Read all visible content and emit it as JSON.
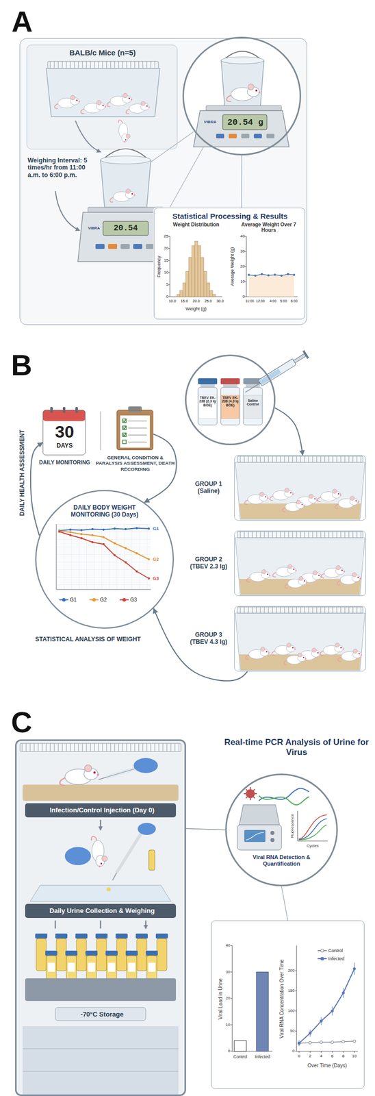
{
  "diagram": {
    "nodes": [
      {
        "text": [
          "A"
        ]
      },
      {
        "text": [
          "BALB/c Mice (n=5)"
        ],
        "in": 0
      },
      {
        "text": [
          "20.54 g"
        ],
        "in": 0
      },
      {
        "text": [
          "Statistical Processing & Results"
        ],
        "in": 0
      },
      {
        "text": [
          "TBEV EK-238 (2.3 lg BOE)",
          "TBEV EK-238 (4.3 lg BOE)",
          "Saline Control"
        ]
      },
      {
        "text": [
          "30",
          "DAYS",
          "DAILY MONITORING"
        ]
      },
      {
        "text": [
          "GENERAL CONDITION & PARALYSIS ASSESSMENT, DEATH RECORDING"
        ]
      },
      {
        "text": [
          "DAILY BODY WEIGHT MONITORING (30 Days)"
        ]
      },
      {
        "text": [
          "GROUP 1 (Saline)"
        ]
      },
      {
        "text": [
          "GROUP 2 (TBEV 2.3 lg)"
        ]
      },
      {
        "text": [
          "GROUP 3 (TBEV 4.3 lg)"
        ]
      },
      {
        "text": [
          "Infection/Control Injection (Day 0)",
          "Daily Urine Collection & Weighing",
          "-70°C Storage"
        ]
      },
      {
        "text": [
          "Viral RNA Detection & Quantification",
          "Fluorescence",
          "Cycles"
        ]
      },
      {
        "text": [
          "Viral Load in Urine",
          "Viral RNA Concentration Over Time",
          "Over Time (Days)"
        ]
      }
    ],
    "edges": [
      {
        "from": 2,
        "to": 3,
        "arrow": "none"
      },
      {
        "from": 4,
        "to": 8,
        "arrow": "to"
      },
      {
        "from": 10,
        "to": 7,
        "arrow": "to"
      },
      {
        "from": 7,
        "to": 5,
        "arrow": "to"
      },
      {
        "from": 6,
        "to": 7,
        "arrow": "to"
      },
      {
        "from": 11,
        "to": 12,
        "arrow": "none"
      },
      {
        "from": 12,
        "to": 13,
        "arrow": "none"
      }
    ],
    "labels": [
      "Weighing Interval: 5 times/hr from 11:00 a.m. to 6:00 p.m.",
      "20.54",
      "VIBRA",
      "VIBRA",
      "Weight Distribution",
      "Frequency",
      "Weight (g)",
      "0",
      "5",
      "10",
      "15",
      "20",
      "25",
      "10.0",
      "15.0",
      "20.0",
      "25.0",
      "30.0",
      "Average Weight Over 7 Hours",
      "Average Weight (g)",
      "0",
      "10",
      "20",
      "30",
      "40",
      "11:00",
      "12:00",
      "4:00",
      "5:00",
      "6:00",
      "B",
      "DAILY HEALTH ASSESSMENT",
      "STATISTICAL ANALYSIS OF WEIGHT",
      "G1",
      "G2",
      "G3",
      "C",
      "Real-time PCR Analysis of Urine for Virus",
      "0",
      "10",
      "20",
      "30",
      "40",
      "Control",
      "Infected",
      "0",
      "50",
      "100",
      "150",
      "200",
      "0",
      "2",
      "4",
      "6",
      "8",
      "10"
    ],
    "legend": [
      {
        "text": "G1"
      },
      {
        "text": "G2"
      },
      {
        "text": "G3"
      },
      {
        "text": "Control"
      },
      {
        "text": "Infected"
      }
    ]
  }
}
